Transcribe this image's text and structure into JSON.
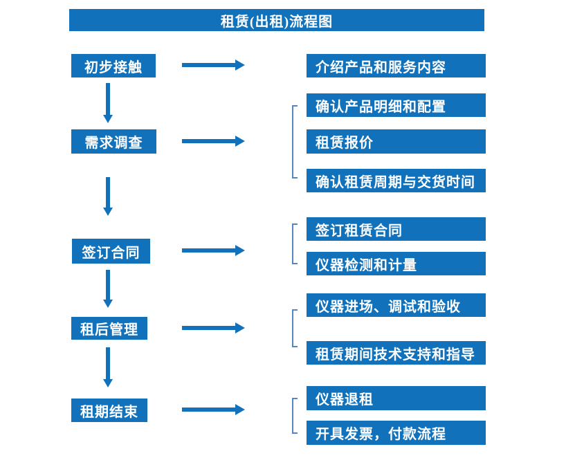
{
  "title": "租赁(出租)流程图",
  "colors": {
    "box_blue": "#1171BB",
    "bracket_blue": "#5585C2",
    "text_white": "#FFFFFF",
    "background": "#FFFFFF"
  },
  "flow": [
    {
      "step": "初步接触",
      "details": [
        "介绍产品和服务内容"
      ]
    },
    {
      "step": "需求调查",
      "details": [
        "确认产品明细和配置",
        "租赁报价",
        "确认租赁周期与交货时间"
      ]
    },
    {
      "step": "签订合同",
      "details": [
        "签订租赁合同",
        "仪器检测和计量"
      ]
    },
    {
      "step": "租后管理",
      "details": [
        "仪器进场、调试和验收",
        "租赁期间技术支持和指导"
      ]
    },
    {
      "step": "租期结束",
      "details": [
        "仪器退租",
        "开具发票，付款流程"
      ]
    }
  ]
}
